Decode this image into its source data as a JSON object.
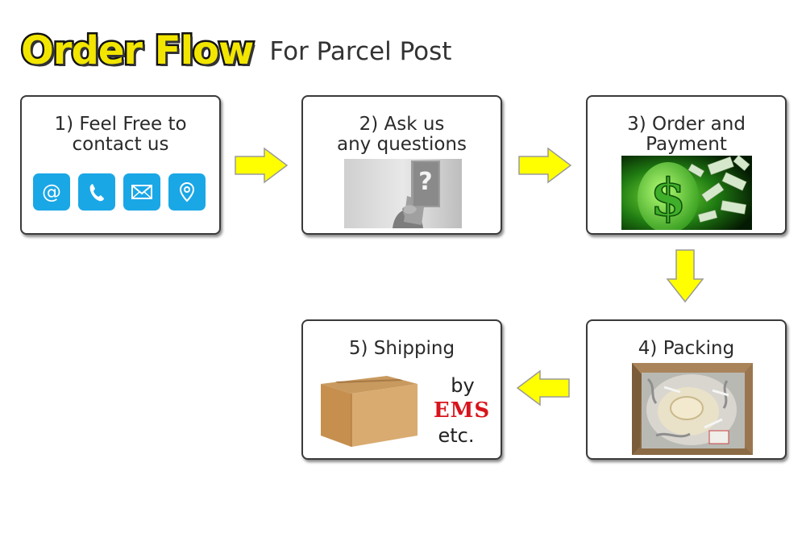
{
  "header": {
    "title": "Order Flow",
    "subtitle": "For Parcel Post"
  },
  "steps": [
    {
      "label_line1": "1) Feel Free to",
      "label_line2": "contact us",
      "icons": [
        "at-sign-icon",
        "phone-icon",
        "envelope-icon",
        "location-pin-icon"
      ]
    },
    {
      "label_line1": "2) Ask us",
      "label_line2": "any questions",
      "image": "person-holding-question-mark-photo"
    },
    {
      "label_line1": "3) Order and",
      "label_line2": "Payment",
      "image": "green-dollar-sign-money-photo"
    },
    {
      "label_line1": "4) Packing",
      "image": "packed-box-photo"
    },
    {
      "label_line1": "5) Shipping",
      "image": "cardboard-box",
      "by": "by",
      "carrier": "EMS",
      "etc": "etc."
    }
  ],
  "colors": {
    "title_fill": "#f2e600",
    "title_outline": "#111111",
    "icon_bg": "#1aa7e6",
    "arrow_fill": "#ffff00",
    "arrow_stroke": "#9a9a9a",
    "carrier_red": "#d8141c",
    "box_border": "#3a3a3a"
  }
}
